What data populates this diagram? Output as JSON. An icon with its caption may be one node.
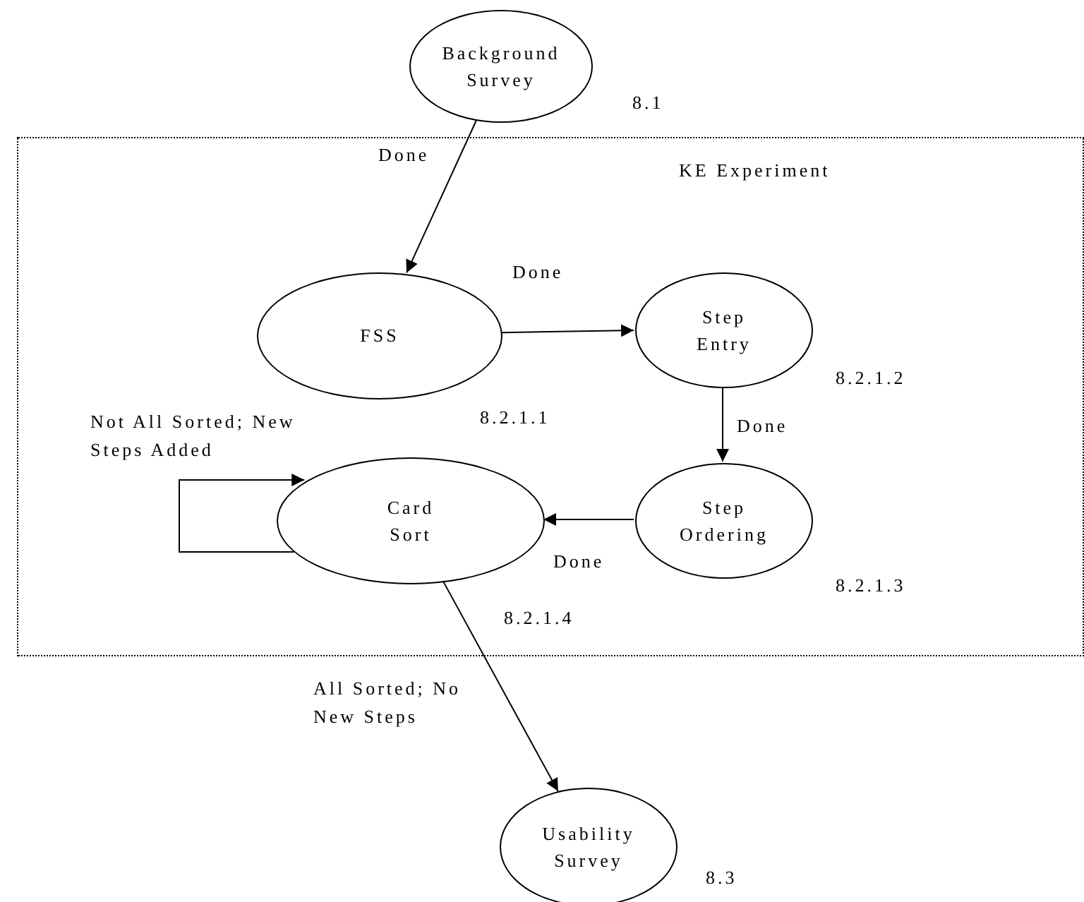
{
  "diagram": {
    "nodes": [
      {
        "text": [
          "KE Experiment"
        ]
      },
      {
        "text": [
          "Background Survey"
        ],
        "beside": [
          "8.1"
        ]
      },
      {
        "text": [
          "FSS"
        ],
        "beside": [
          "8.2.1.1"
        ],
        "in": 0
      },
      {
        "text": [
          "Step Entry"
        ],
        "beside": [
          "8.2.1.2"
        ],
        "in": 0
      },
      {
        "text": [
          "Step Ordering"
        ],
        "beside": [
          "8.2.1.3"
        ],
        "in": 0
      },
      {
        "text": [
          "Card Sort"
        ],
        "beside": [
          "8.2.1.4"
        ],
        "in": 0
      },
      {
        "text": [
          "Usability Survey"
        ],
        "beside": [
          "8.3"
        ]
      }
    ],
    "edges": [
      {
        "from": 1,
        "to": 2,
        "arrow": "to",
        "label": "Done"
      },
      {
        "from": 2,
        "to": 3,
        "arrow": "to",
        "label": "Done"
      },
      {
        "from": 3,
        "to": 4,
        "arrow": "to",
        "label": "Done"
      },
      {
        "from": 4,
        "to": 5,
        "arrow": "to",
        "label": "Done"
      },
      {
        "from": 5,
        "to": 5,
        "arrow": "to",
        "label": "Not All Sorted; New Steps Added"
      },
      {
        "from": 5,
        "to": 6,
        "arrow": "to",
        "label": "All Sorted; No New Steps"
      }
    ]
  }
}
